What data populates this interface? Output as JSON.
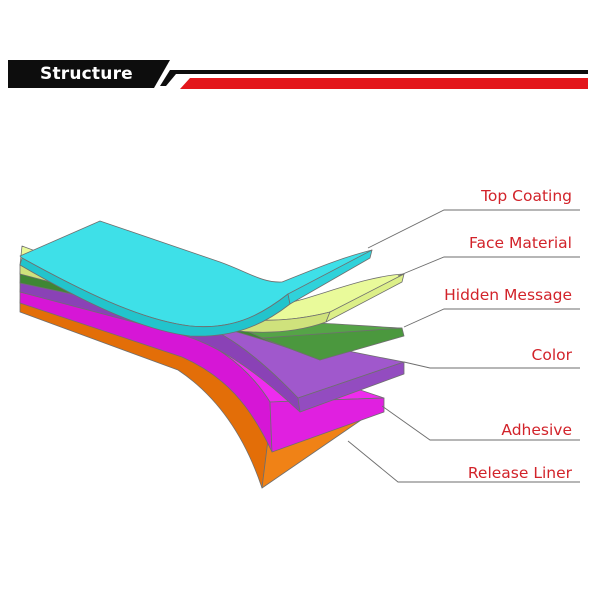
{
  "header": {
    "title": "Structure"
  },
  "colors": {
    "banner_black": "#0d0d0d",
    "banner_red": "#e3161b",
    "label_red": "#d2232a",
    "leader_line": "#6e6e6e",
    "outline": "#6f6f6f"
  },
  "layers": [
    {
      "label": "Top Coating",
      "color": "#3ee0e8"
    },
    {
      "label": "Face Material",
      "color": "#e9fa9a"
    },
    {
      "label": "Hidden Message",
      "color": "#55a447"
    },
    {
      "label": "Color",
      "color": "#a058cc"
    },
    {
      "label": "Adhesive",
      "color": "#ee2cee"
    },
    {
      "label": "Release Liner",
      "color": "#f78a1e"
    }
  ]
}
